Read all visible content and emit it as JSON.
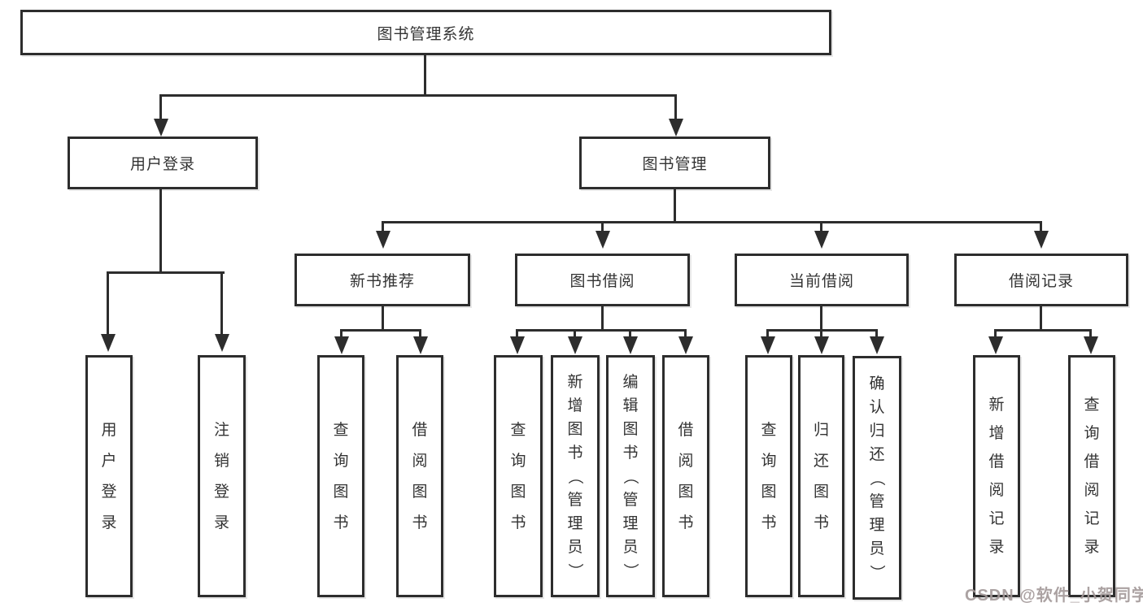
{
  "diagram": {
    "root": {
      "label": "图书管理系统"
    },
    "branches": [
      {
        "label": "用户登录",
        "children": [
          {
            "label": "用户登录"
          },
          {
            "label": "注销登录"
          }
        ]
      },
      {
        "label": "图书管理",
        "children": [
          {
            "label": "新书推荐",
            "children": [
              {
                "label": "查询图书"
              },
              {
                "label": "借阅图书"
              }
            ]
          },
          {
            "label": "图书借阅",
            "children": [
              {
                "label": "查询图书"
              },
              {
                "label": "新增图书（管理员）"
              },
              {
                "label": "编辑图书（管理员）"
              },
              {
                "label": "借阅图书"
              }
            ]
          },
          {
            "label": "当前借阅",
            "children": [
              {
                "label": "查询图书"
              },
              {
                "label": "归还图书"
              },
              {
                "label": "确认归还（管理员）"
              }
            ]
          },
          {
            "label": "借阅记录",
            "children": [
              {
                "label": "新增借阅记录"
              },
              {
                "label": "查询借阅记录"
              }
            ]
          }
        ]
      }
    ]
  },
  "watermark": {
    "text": "CSDN @软件_小贺同学",
    "color": "#a39898"
  },
  "colors": {
    "line": "#2d2d2d",
    "text": "#333333",
    "background": "#ffffff"
  }
}
